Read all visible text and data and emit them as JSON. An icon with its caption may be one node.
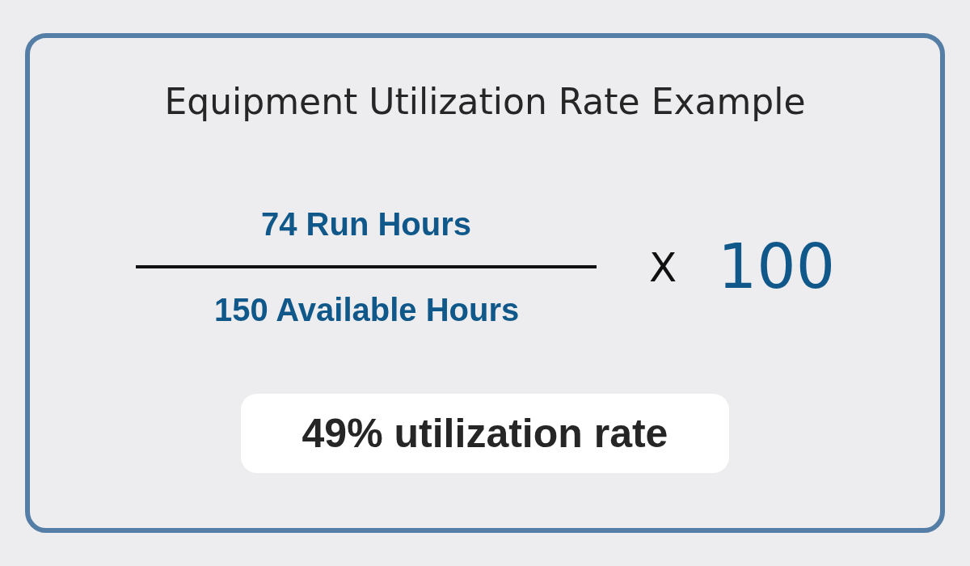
{
  "diagram": {
    "title": "Equipment Utilization Rate Example",
    "nodes": [
      {
        "text": [
          "49% utilization rate"
        ]
      }
    ],
    "labels": [
      "74 Run Hours",
      "150 Available Hours",
      "X",
      "100"
    ]
  }
}
